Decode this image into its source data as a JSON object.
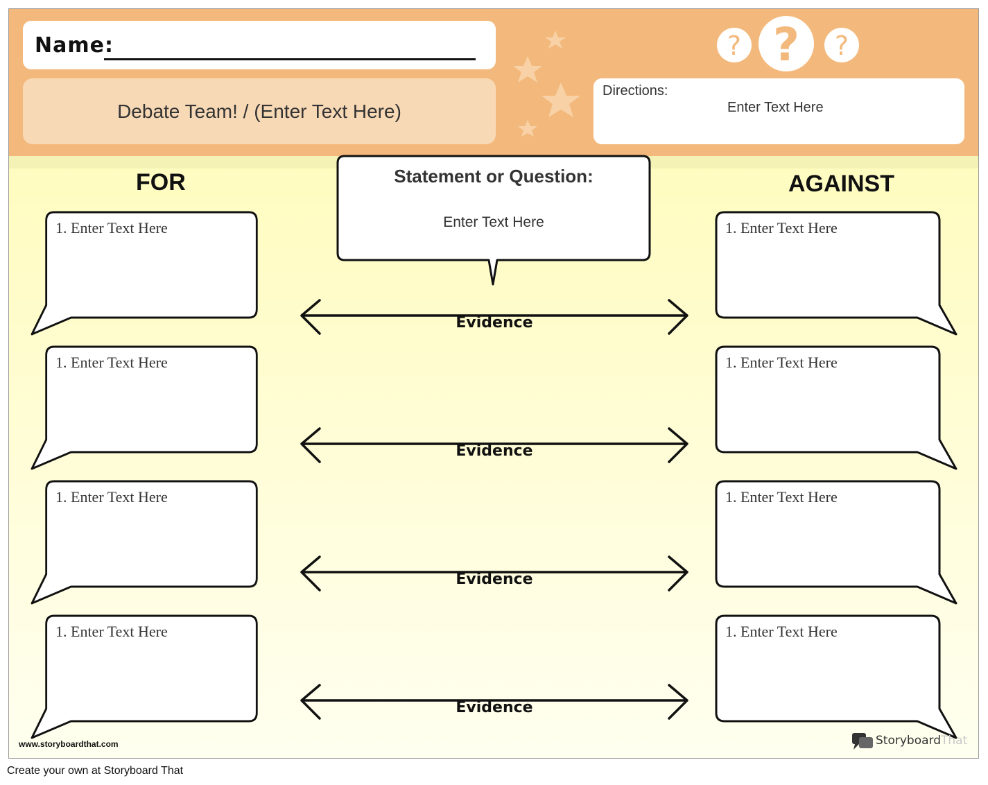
{
  "header": {
    "name_label": "Name:",
    "title": "Debate Team! / (Enter Text Here)",
    "directions_label": "Directions:",
    "directions_text": "Enter Text Here"
  },
  "columns": {
    "for_label": "FOR",
    "against_label": "AGAINST"
  },
  "statement": {
    "label": "Statement or Question:",
    "text": "Enter Text Here"
  },
  "for_boxes": [
    "1.  Enter Text Here",
    "1.  Enter Text Here",
    "1.  Enter Text Here",
    "1.  Enter Text Here"
  ],
  "against_boxes": [
    "1.  Enter Text Here",
    "1.  Enter Text Here",
    "1.  Enter Text Here",
    "1.  Enter Text Here"
  ],
  "evidence_labels": [
    "Evidence",
    "Evidence",
    "Evidence",
    "Evidence"
  ],
  "footer": {
    "site": "www.storyboardthat.com",
    "brand_main": "Storyboard",
    "brand_dim": "That",
    "create_text": "Create your own at Storyboard That"
  },
  "colors": {
    "header_bg": "#f3b97c",
    "title_box_bg": "#f8d9b6",
    "sheet_bg": "#fffbb4"
  },
  "icons": [
    "star-icon",
    "question-mark-icon",
    "speech-bubble-icon",
    "double-arrow-icon",
    "storyboard-logo-icon"
  ]
}
